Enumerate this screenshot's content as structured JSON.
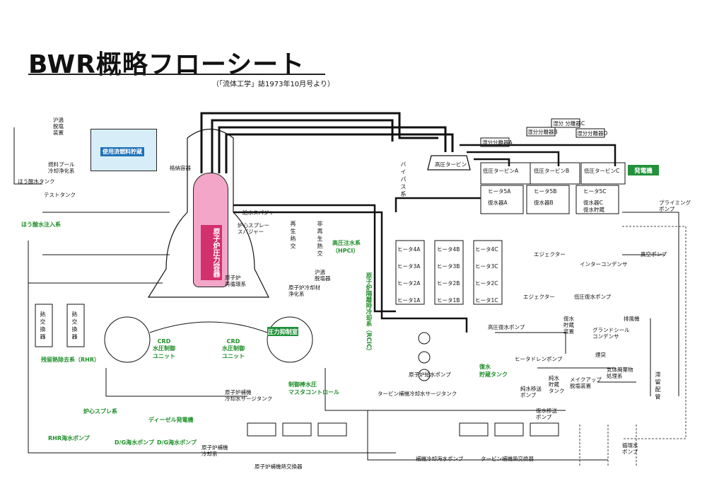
{
  "header": {
    "title": "BWR概略フローシート",
    "source": "（「流体工学」誌1973年10月号より）"
  },
  "labels": {
    "filter_demin": "沪過\n脱塩\n装置",
    "pool_cooling": "燃料プール\n冷却浄化系",
    "spent_fuel_pool": "使用済燃料貯蔵",
    "boric_tank": "ほう酸水タンク",
    "test_tank": "テストタンク",
    "boric_injection": "ほう酸水注入系",
    "containment": "格納容器",
    "feedwater_sparger": "給水スパジャー",
    "core_spray_sparger": "炉心スプレー\nスパジャー",
    "reactor_vessel": "原子炉圧力容器",
    "recirc": "原子炉\n再循環系",
    "regen_hx": "再\n生\n熱\n交",
    "nonregen_hx": "非\n再\n生\n熱\n交",
    "hpci": "高圧注水系\n（HPCI）",
    "filter_demin2": "沪過\n脱塩器",
    "cleanup": "原子炉冷却材\n浄化系",
    "rcic": "原子炉隔離時冷却系（RCIC）",
    "suppression": "圧力抑制室",
    "crd_unit": "CRD\n水圧制御\nユニット",
    "crd_ctrl": "CRD\n水圧制御\nユニット",
    "rhr_hx1": "熱\n交\n換\n器",
    "rhr_hx2": "熱\n交\n換\n器",
    "rhr": "残留熱除去系（RHR）",
    "core_spray": "炉心スプレ系",
    "rhr_seawater": "RHR海水ポンプ",
    "diesel": "ディーゼル発電機",
    "dg_pump1": "D/G海水ポンプ",
    "dg_pump2": "D/G海水ポンプ",
    "reactor_aux_cooling": "原子炉補機\n冷却系",
    "reactor_aux_hx": "原子炉補機熱交換器",
    "surge_tank": "原子炉補機\n冷却水サージタンク",
    "crd_drive_control": "制御棒水圧\nマスタコントロール",
    "turbine_surge": "タービン補機冷却水サージタンク",
    "aux_seawater": "補機冷却海水ポンプ",
    "turbine_aux_hx": "タービン補機熱交換器",
    "feedwater_pump": "原子炉給水ポンプ",
    "bypass": "バ\nイ\nパ\nス\n系",
    "hp_turbine": "高圧タービン",
    "moisture_a": "湿分分離器A",
    "moisture_b": "湿分分離器B",
    "moisture_c": "湿分\n分離器C",
    "moisture_d": "湿分分離器D",
    "lp_turbine_a": "低圧タービンA",
    "lp_turbine_b": "低圧タービンB",
    "lp_turbine_c": "低圧タービンC",
    "generator": "発電機",
    "heater_5a": "ヒータ5A",
    "heater_5b": "ヒータ5B",
    "heater_5c": "ヒータ5C",
    "condenser_a": "復水器A",
    "condenser_b": "復水器B",
    "condenser_c": "復水器C",
    "condensate_demin": "復水貯蔵",
    "priming_pump": "プライミング\nポンプ",
    "heater_4a": "ヒータ4A",
    "heater_4b": "ヒータ4B",
    "heater_4c": "ヒータ4C",
    "heater_3a": "ヒータ3A",
    "heater_3b": "ヒータ3B",
    "heater_3c": "ヒータ3C",
    "heater_2a": "ヒータ2A",
    "heater_2b": "ヒータ2B",
    "heater_2c": "ヒータ2C",
    "heater_1a": "ヒータ1A",
    "heater_1b": "ヒータ1B",
    "heater_1c": "ヒータ1C",
    "ejector": "エジェクター",
    "inter_condenser": "インターコンデンサ",
    "ejector2": "エジェクター",
    "vacuum_pump": "真空ポンプ",
    "lp_condensate_pump": "低圧復水ポンプ",
    "hp_condensate_pump": "高圧復水ポンプ",
    "condensate_storage": "復水\n貯蔵\n装置",
    "gland_seal": "グランドシール\nコンデンサ",
    "exhaust_fan": "排風機",
    "heater_drain_pump": "ヒータドレンポンプ",
    "cond_storage_tank": "復水\n貯蔵タンク",
    "makeup_demin": "メイクアップ\n脱塩装置",
    "stack": "煙突",
    "offgas": "気体廃棄物\n処理系",
    "holdup": "滞\n留\n配\n管",
    "pure_water_pump": "純水移送\nポンプ",
    "pure_water_tank": "純水\n貯蔵\nタンク",
    "cond_transfer_pump": "復水移送\nポンプ",
    "circ_pump": "循環水\nポンプ"
  },
  "colors": {
    "accent_green": "#1f8f2a",
    "reactor_pink": "#f3a6c8",
    "reactor_label": "#d3306e",
    "pool_blue": "#d7eef8",
    "pool_label": "#1f72b8"
  }
}
